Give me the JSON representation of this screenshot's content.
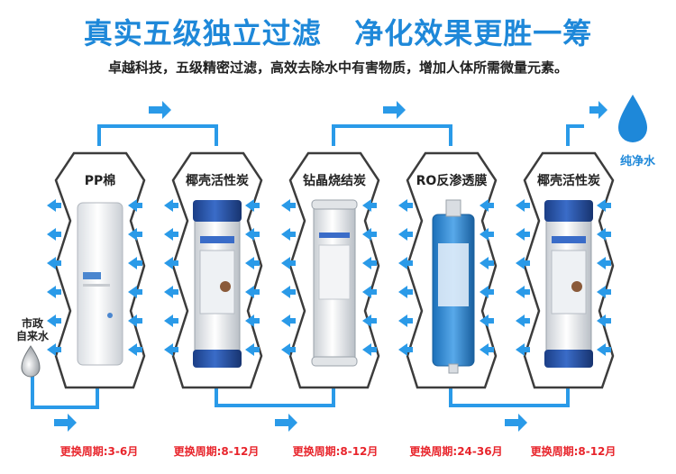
{
  "header": {
    "title": "真实五级独立过滤   净化效果更胜一筹",
    "subtitle": "卓越科技，五级精密过滤，高效去除水中有害物质，增加人体所需微量元素。"
  },
  "stages": [
    {
      "name": "PP棉",
      "period": "更换周期:3-6月"
    },
    {
      "name": "椰壳活性炭",
      "period": "更换周期:8-12月"
    },
    {
      "name": "钻晶烧结炭",
      "period": "更换周期:8-12月"
    },
    {
      "name": "RO反渗透膜",
      "period": "更换周期:24-36月"
    },
    {
      "name": "椰壳活性炭",
      "period": "更换周期:8-12月"
    }
  ],
  "inlet": {
    "line1": "市政",
    "line2": "自来水"
  },
  "outlet": {
    "label": "纯净水"
  },
  "colors": {
    "accent": "#1e88d9",
    "period": "#e8252c",
    "arrow": "#2a9ae8"
  },
  "icons": {
    "inlet": "water-drop-gray-icon",
    "outlet": "water-drop-blue-icon",
    "flow": "arrow-right-icon"
  }
}
